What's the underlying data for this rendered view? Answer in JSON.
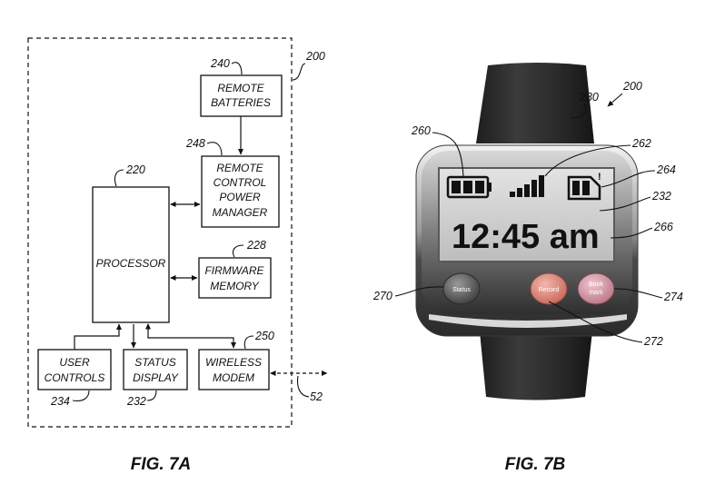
{
  "fig7a": {
    "caption": "FIG. 7A",
    "system_ref": "200",
    "blocks": {
      "remote_batteries": {
        "lines": [
          "REMOTE",
          "BATTERIES"
        ],
        "ref": "240"
      },
      "power_manager": {
        "lines": [
          "REMOTE",
          "CONTROL",
          "POWER",
          "MANAGER"
        ],
        "ref": "248"
      },
      "processor": {
        "lines": [
          "PROCESSOR"
        ],
        "ref": "220"
      },
      "firmware_memory": {
        "lines": [
          "FIRMWARE",
          "MEMORY"
        ],
        "ref": "228"
      },
      "user_controls": {
        "lines": [
          "USER",
          "CONTROLS"
        ],
        "ref": "234"
      },
      "status_display": {
        "lines": [
          "STATUS",
          "DISPLAY"
        ],
        "ref": "232"
      },
      "wireless_modem": {
        "lines": [
          "WIRELESS",
          "MODEM"
        ],
        "ref": "250"
      }
    },
    "external_link_ref": "52"
  },
  "fig7b": {
    "caption": "FIG. 7B",
    "system_ref": "200",
    "strap_ref": "280",
    "screen": {
      "time": "12:45 am",
      "battery_ref": "260",
      "signal_ref": "262",
      "remote_battery_ref": "264",
      "remote_battery_alert": "!",
      "display_ref": "232",
      "time_ref": "266"
    },
    "buttons": [
      {
        "label": "Status",
        "ref": "270"
      },
      {
        "label": "Record",
        "ref": "272"
      },
      {
        "label_lines": [
          "Book",
          "mark"
        ],
        "ref": "274"
      }
    ]
  }
}
